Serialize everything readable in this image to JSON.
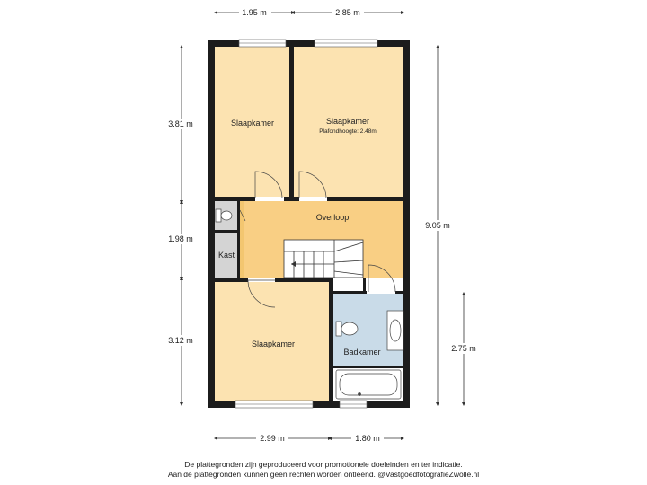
{
  "dimensions": {
    "top_left": "1.95 m",
    "top_right": "2.85 m",
    "bottom_left": "2.99 m",
    "bottom_right": "1.80 m",
    "left_top": "3.81 m",
    "left_middle": "1.98 m",
    "left_bottom": "3.12 m",
    "right_total": "9.05 m",
    "right_bottom": "2.75 m"
  },
  "rooms": {
    "bedroom_top_left": "Slaapkamer",
    "bedroom_top_right": "Slaapkamer",
    "ceiling_height": "Plafondhoogte: 2.48m",
    "landing": "Overloop",
    "closet": "Kast",
    "bedroom_bottom": "Slaapkamer",
    "bathroom": "Badkamer"
  },
  "colors": {
    "bedroom": "#fce3b1",
    "landing": "#f9cf84",
    "bathroom": "#c9dbe8",
    "closet": "#d4d4d4",
    "wall": "#1c1c1c"
  },
  "footer": {
    "line1": "De plattegronden zijn geproduceerd voor promotionele doeleinden en ter indicatie.",
    "line2": "Aan de plattegronden kunnen geen rechten worden ontleend. @VastgoedfotografieZwolle.nl"
  }
}
